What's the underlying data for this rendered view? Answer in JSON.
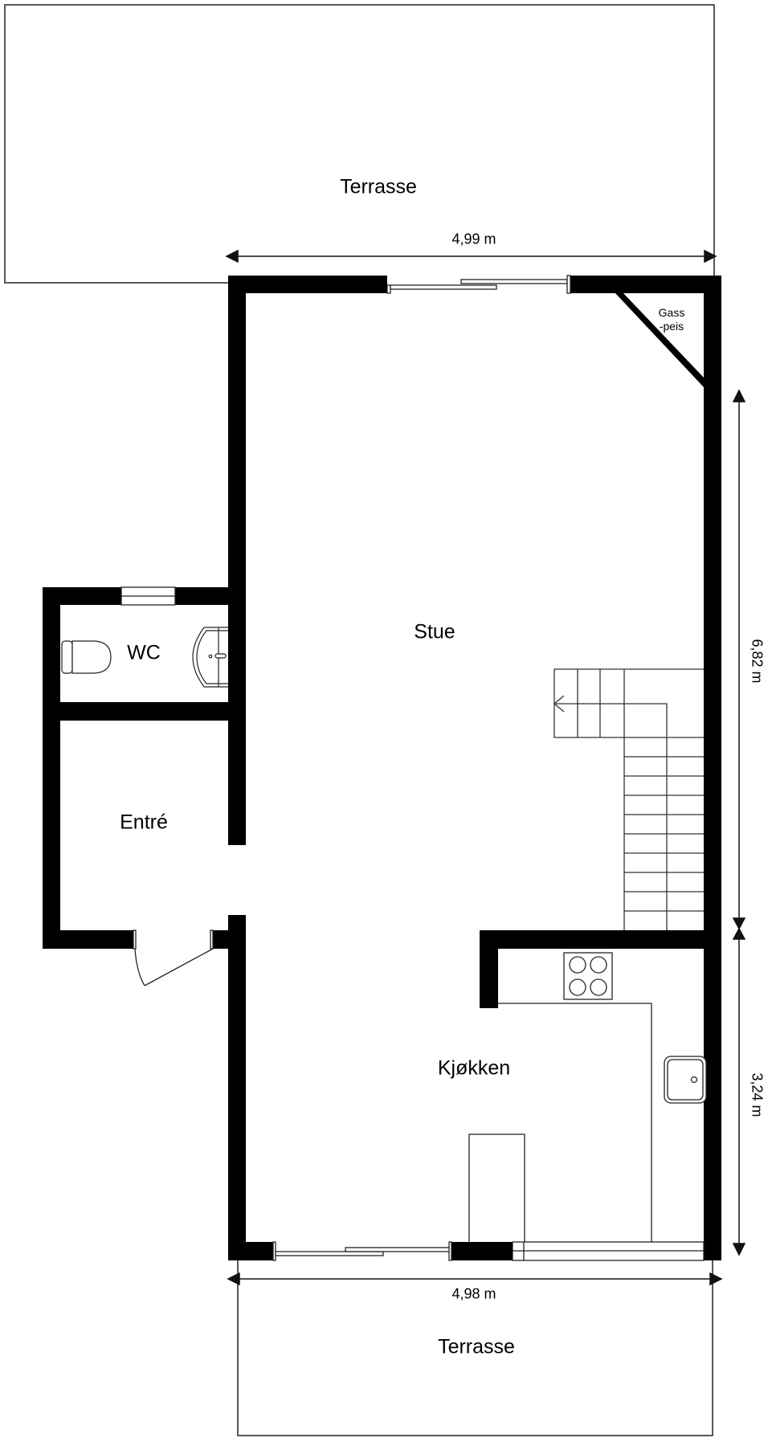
{
  "plan": {
    "rooms": {
      "terrasse_top": "Terrasse",
      "stue": "Stue",
      "wc": "WC",
      "entre": "Entré",
      "kjokken": "Kjøkken",
      "terrasse_bottom": "Terrasse",
      "gasspeis_line1": "Gass",
      "gasspeis_line2": "-peis"
    },
    "dimensions": {
      "top_width": "4,99 m",
      "bottom_width": "4,98 m",
      "right_upper": "6,82 m",
      "right_lower": "3,24 m"
    },
    "colors": {
      "wall": "#000000",
      "line": "#1a1a1a",
      "background": "#ffffff"
    }
  }
}
